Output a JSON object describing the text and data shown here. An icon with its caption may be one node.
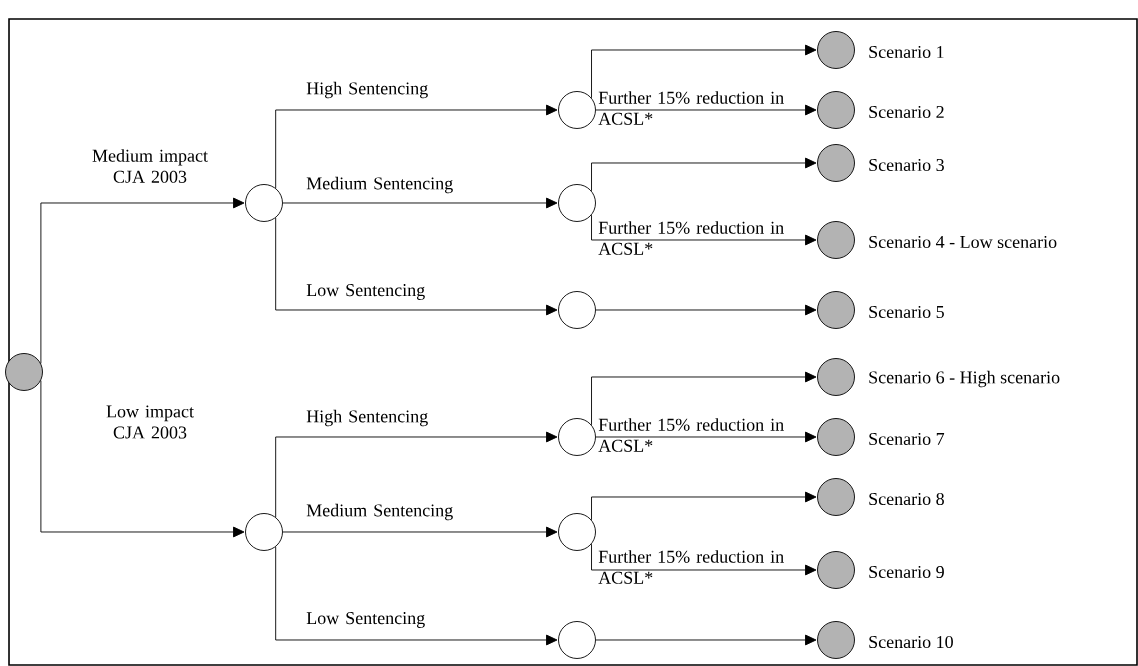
{
  "diagram": {
    "nodes": [
      {
        "text": [],
        "shape": "circle"
      },
      {
        "text": [],
        "shape": "circle"
      },
      {
        "text": [],
        "shape": "circle"
      },
      {
        "text": [],
        "shape": "circle"
      },
      {
        "text": [],
        "shape": "circle"
      },
      {
        "text": [],
        "shape": "circle"
      },
      {
        "text": [],
        "shape": "circle"
      },
      {
        "text": [],
        "shape": "circle"
      },
      {
        "text": [],
        "shape": "circle"
      },
      {
        "text": [],
        "shape": "circle",
        "beside": [
          "Scenario 1"
        ]
      },
      {
        "text": [],
        "shape": "circle",
        "beside": [
          "Scenario 2"
        ]
      },
      {
        "text": [],
        "shape": "circle",
        "beside": [
          "Scenario 3"
        ]
      },
      {
        "text": [],
        "shape": "circle",
        "beside": [
          "Scenario 4 - Low scenario"
        ]
      },
      {
        "text": [],
        "shape": "circle",
        "beside": [
          "Scenario 5"
        ]
      },
      {
        "text": [],
        "shape": "circle",
        "beside": [
          "Scenario 6 - High scenario"
        ]
      },
      {
        "text": [],
        "shape": "circle",
        "beside": [
          "Scenario 7"
        ]
      },
      {
        "text": [],
        "shape": "circle",
        "beside": [
          "Scenario 8"
        ]
      },
      {
        "text": [],
        "shape": "circle",
        "beside": [
          "Scenario 9"
        ]
      },
      {
        "text": [],
        "shape": "circle",
        "beside": [
          "Scenario 10"
        ]
      }
    ],
    "edges": [
      {
        "from": 0,
        "to": 1,
        "arrow": "to",
        "label": "Medium impact CJA 2003"
      },
      {
        "from": 0,
        "to": 2,
        "arrow": "to",
        "label": "Low impact CJA 2003"
      },
      {
        "from": 1,
        "to": 3,
        "arrow": "to",
        "label": "High Sentencing"
      },
      {
        "from": 1,
        "to": 4,
        "arrow": "to",
        "label": "Medium Sentencing"
      },
      {
        "from": 1,
        "to": 5,
        "arrow": "to",
        "label": "Low Sentencing"
      },
      {
        "from": 2,
        "to": 6,
        "arrow": "to",
        "label": "High Sentencing"
      },
      {
        "from": 2,
        "to": 7,
        "arrow": "to",
        "label": "Medium Sentencing"
      },
      {
        "from": 2,
        "to": 8,
        "arrow": "to",
        "label": "Low Sentencing"
      },
      {
        "from": 3,
        "to": 9,
        "arrow": "to"
      },
      {
        "from": 3,
        "to": 10,
        "arrow": "to",
        "label": "Further 15% reduction in ACSL*"
      },
      {
        "from": 4,
        "to": 11,
        "arrow": "to"
      },
      {
        "from": 4,
        "to": 12,
        "arrow": "to",
        "label": "Further 15% reduction in ACSL*"
      },
      {
        "from": 5,
        "to": 13,
        "arrow": "to"
      },
      {
        "from": 6,
        "to": 14,
        "arrow": "to"
      },
      {
        "from": 6,
        "to": 15,
        "arrow": "to",
        "label": "Further 15% reduction in ACSL*"
      },
      {
        "from": 7,
        "to": 16,
        "arrow": "to"
      },
      {
        "from": 7,
        "to": 17,
        "arrow": "to",
        "label": "Further 15% reduction in ACSL*"
      },
      {
        "from": 8,
        "to": 18,
        "arrow": "to"
      }
    ]
  }
}
